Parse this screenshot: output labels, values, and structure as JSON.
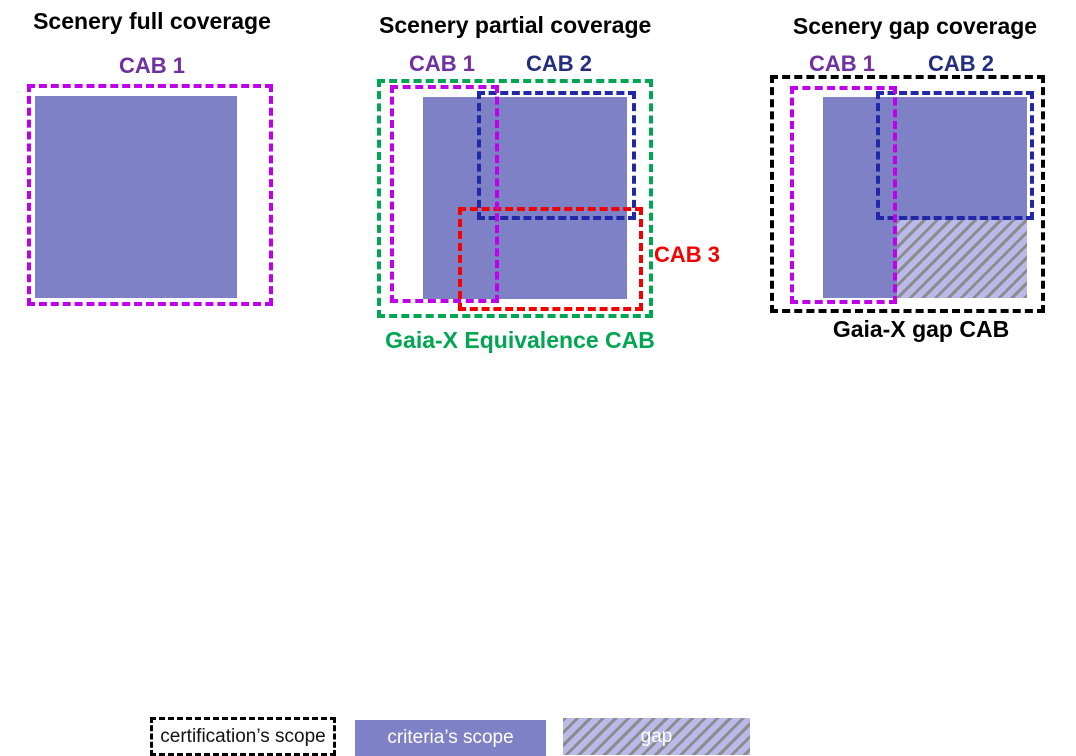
{
  "colors": {
    "criteria_fill": "#7e81c6",
    "gap_hatch_bg": "#b9baea",
    "gap_hatch_stripe": "#8c8c8c",
    "cab1_dash": "#c000e8",
    "cab1_text": "#7030a0",
    "cab2_dash": "#2028a8",
    "cab2_text": "#232e7d",
    "cab3_red": "#f40000",
    "equivalence_green": "#00a651",
    "outline_black": "#000000"
  },
  "panels": [
    {
      "title": "Scenery full coverage",
      "cab1_label": "CAB 1"
    },
    {
      "title": "Scenery partial coverage",
      "cab1_label": "CAB 1",
      "cab2_label": "CAB 2",
      "cab3_label": "CAB 3",
      "bottom_label": "Gaia-X Equivalence CAB"
    },
    {
      "title": "Scenery gap coverage",
      "cab1_label": "CAB 1",
      "cab2_label": "CAB 2",
      "bottom_label": "Gaia-X gap CAB"
    }
  ],
  "legend": {
    "certification_label": "certification’s scope",
    "criteria_label": "criteria’s scope",
    "gap_label": "gap"
  }
}
